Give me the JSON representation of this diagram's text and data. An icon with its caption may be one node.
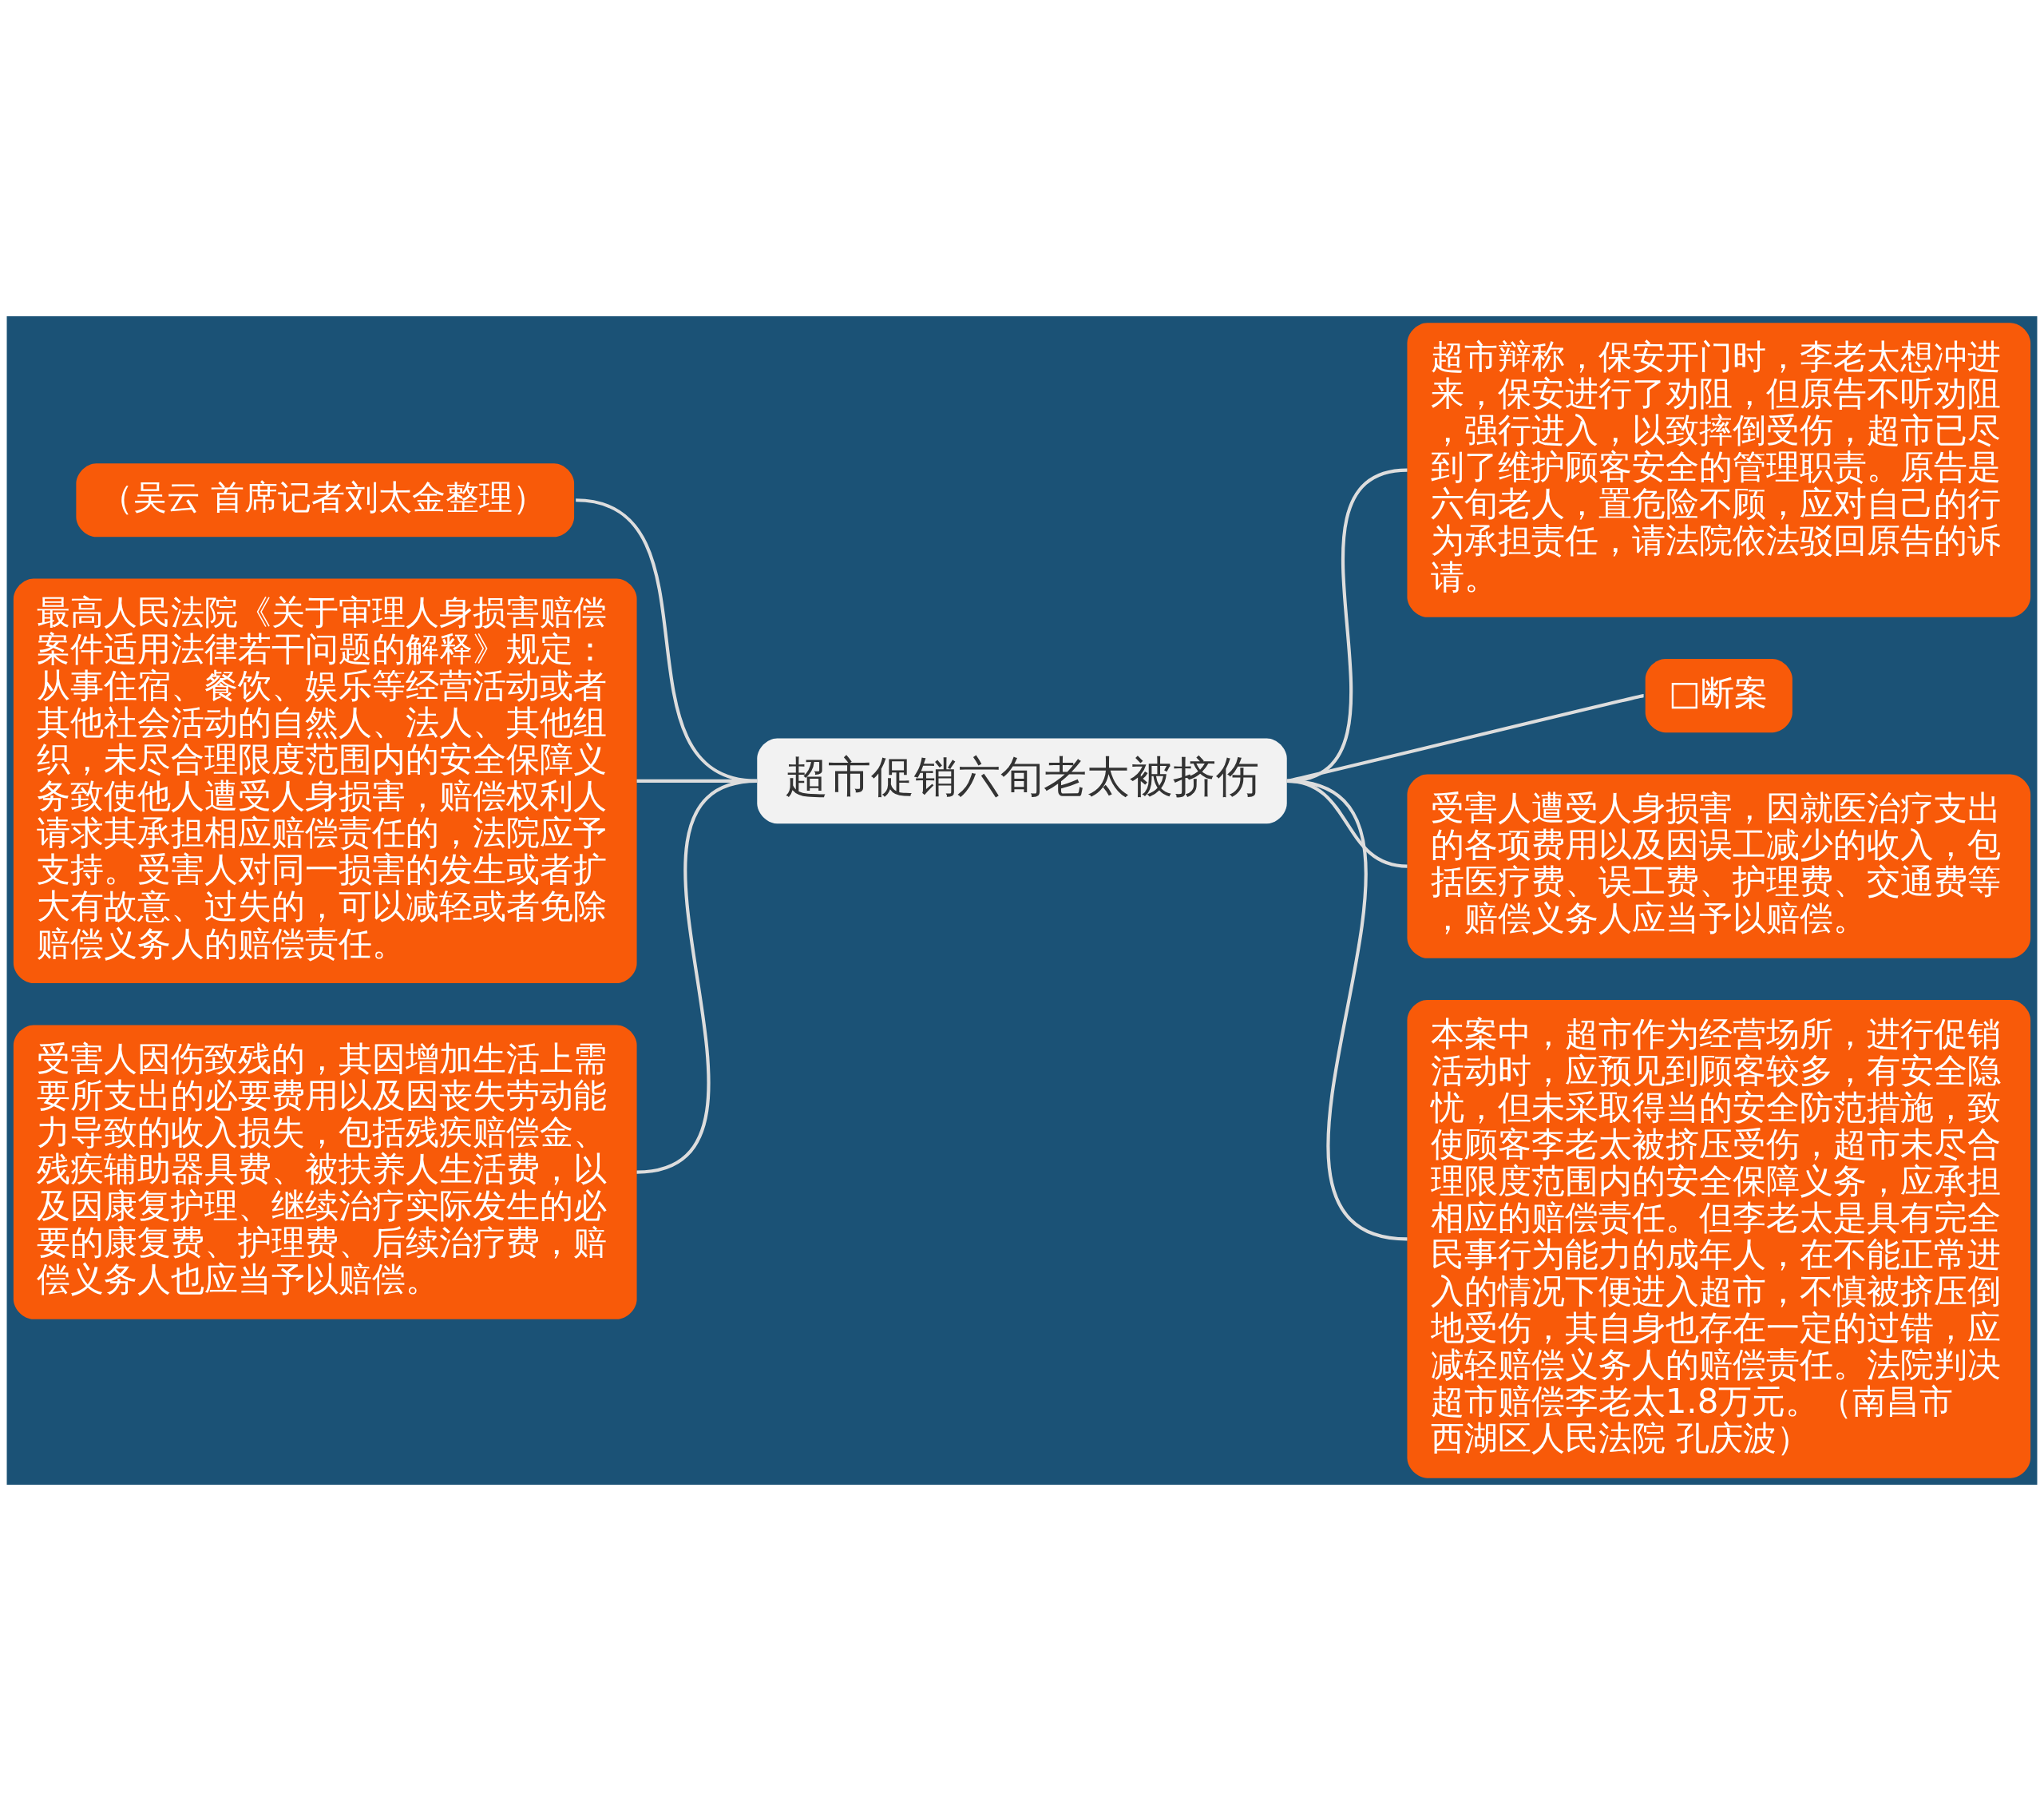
{
  "diagram": {
    "nodes": [
      {
        "text": [
          "超市促销六旬老太被挤伤"
        ]
      },
      {
        "text": [
          "（吴云 首席记者刘太金整理）"
        ]
      },
      {
        "text": [
          "最高人民法院《关于审理人身损害赔偿案件适用法律若干问题的解释》规定：从事住宿、餐饮、娱乐等经营活动或者其他社会活动的自然人、法人、其他组织，未尽合理限度范围内的安全保障义务致使他人遭受人身损害，赔偿权利人请求其承担相应赔偿责任的，法院应予支持。受害人对同一损害的发生或者扩大有故意、过失的，可以减轻或者免除赔偿义务人的赔偿责任。"
        ]
      },
      {
        "text": [
          "受害人因伤致残的，其因增加生活上需要所支出的必要费用以及因丧失劳动能力导致的收入损失，包括残疾赔偿金、残疾辅助器具费、被扶养人生活费，以及因康复护理、继续治疗实际发生的必要的康复费、护理费、后续治疗费，赔偿义务人也应当予以赔偿。"
        ]
      },
      {
        "text": [
          "超市辩称，保安开门时，李老太想冲进来，保安进行了劝阻，但原告不听劝阻，强行进入，以致摔倒受伤，超市已尽到了维护顾客安全的管理职责。原告是六旬老人，置危险不顾，应对自己的行为承担责任，请法院依法驳回原告的诉请。"
        ]
      },
      {
        "text": [
          "□断案"
        ]
      },
      {
        "text": [
          "受害人遭受人身损害，因就医治疗支出的各项费用以及因误工减少的收入，包括医疗费、误工费、护理费、交通费等，赔偿义务人应当予以赔偿。"
        ]
      },
      {
        "text": [
          "本案中，超市作为经营场所，进行促销活动时，应预见到顾客较多，有安全隐忧，但未采取得当的安全防范措施，致使顾客李老太被挤压受伤，超市未尽合理限度范围内的安全保障义务，应承担相应的赔偿责任。但李老太是具有完全民事行为能力的成年人，在不能正常进入的情况下便进入超市，不慎被挤压倒地受伤，其自身也存在一定的过错，应减轻赔偿义务人的赔偿责任。法院判决超市赔偿李老太1.8万元。（南昌市西湖区人民法院 孔庆波）"
        ]
      }
    ],
    "edges": [
      {
        "from": 0,
        "to": 1,
        "arrow": "none"
      },
      {
        "from": 0,
        "to": 2,
        "arrow": "none"
      },
      {
        "from": 0,
        "to": 3,
        "arrow": "none"
      },
      {
        "from": 0,
        "to": 4,
        "arrow": "none"
      },
      {
        "from": 0,
        "to": 5,
        "arrow": "none"
      },
      {
        "from": 0,
        "to": 6,
        "arrow": "none"
      },
      {
        "from": 0,
        "to": 7,
        "arrow": "none"
      }
    ]
  }
}
